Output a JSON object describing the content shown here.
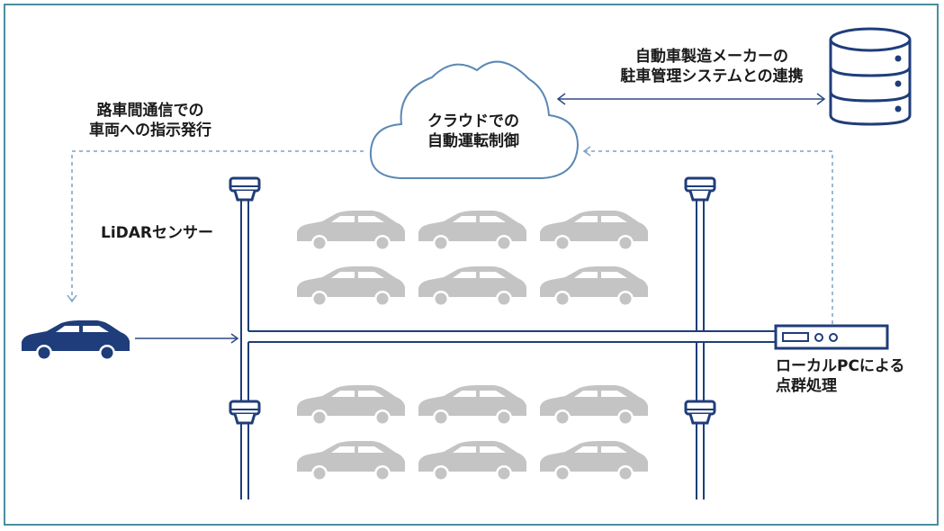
{
  "labels": {
    "v2x_line1": "路車間通信での",
    "v2x_line2": "車両への指示発行",
    "cloud_line1": "クラウドでの",
    "cloud_line2": "自動運転制御",
    "oem_line1": "自動車製造メーカーの",
    "oem_line2": "駐車管理システムとの連携",
    "lidar": "LiDARセンサー",
    "pc_line1": "ローカルPCによる",
    "pc_line2": "点群処理"
  },
  "colors": {
    "border": "#4a8fa0",
    "navy": "#1f3d7a",
    "line": "#2b4a86",
    "dashed": "#7aa3c4",
    "parked_car": "#c4c4c4",
    "cloud_stroke": "#5b88b4"
  },
  "icons": {
    "cloud": "cloud-icon",
    "database": "database-icon",
    "server": "server-icon",
    "sensor": "lidar-sensor-icon",
    "vehicle": "car-icon"
  }
}
